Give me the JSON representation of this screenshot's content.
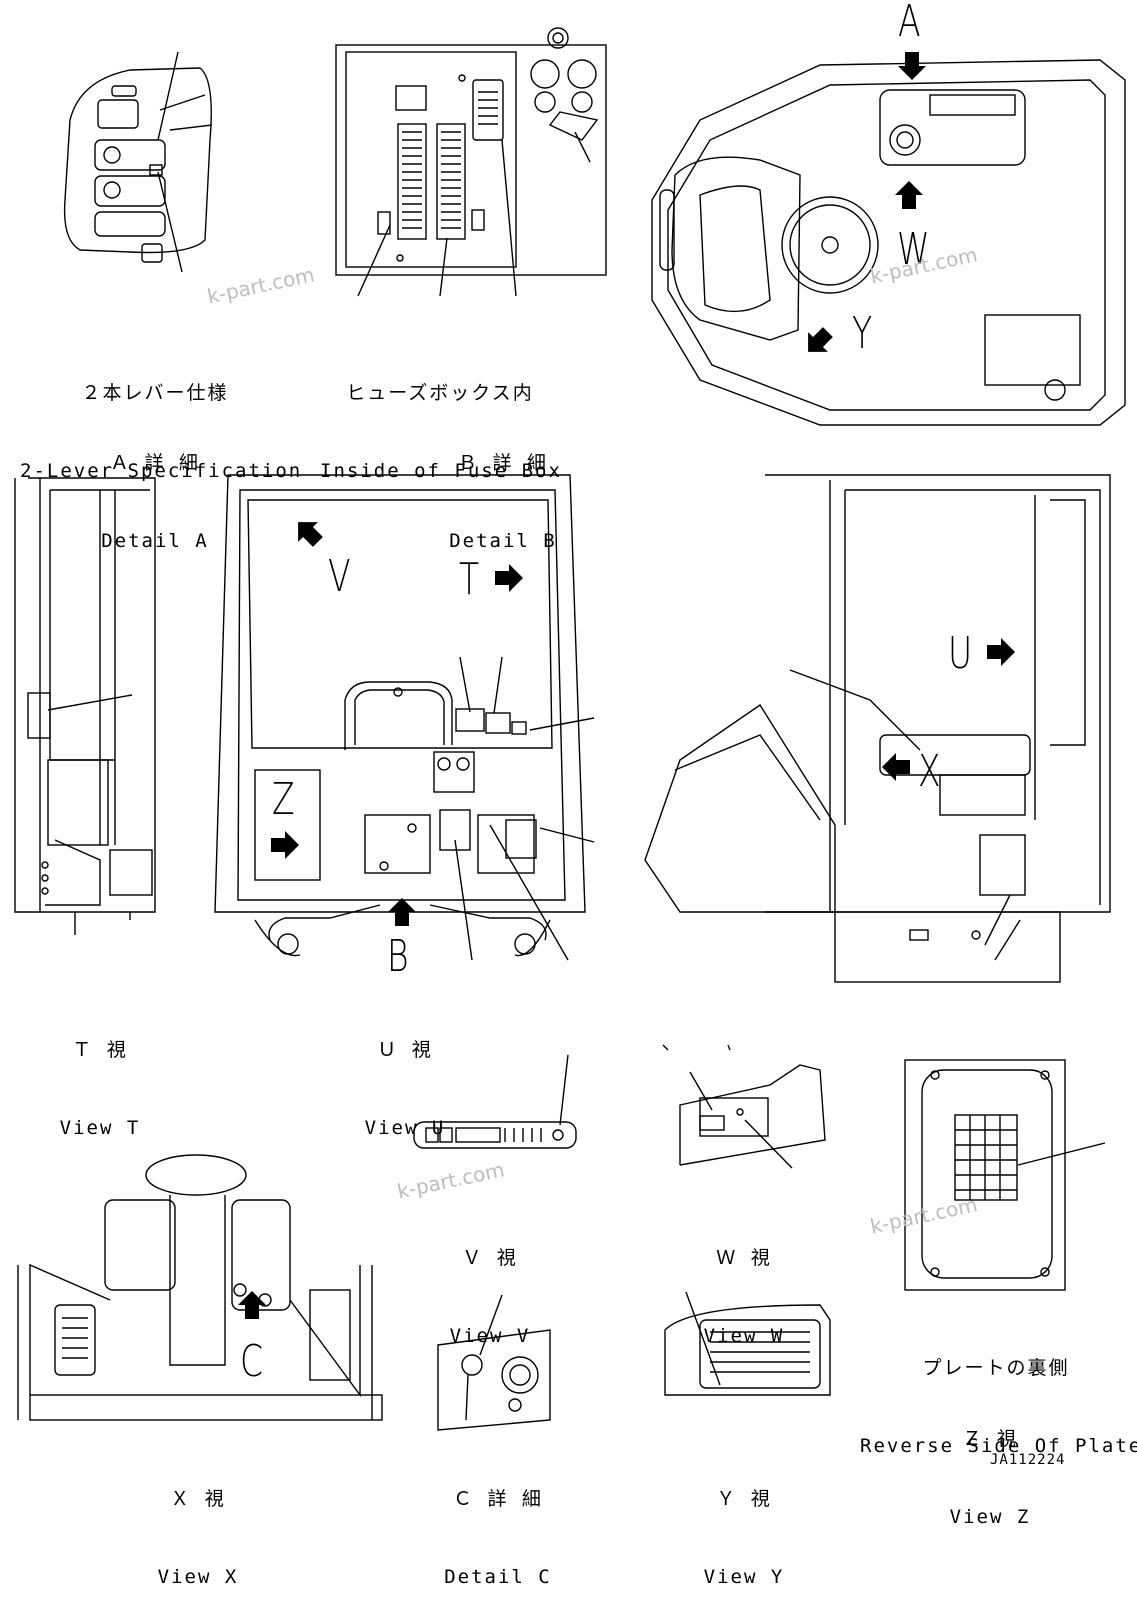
{
  "panels": {
    "detail_a": {
      "jp": "２本レバー仕様",
      "en": "2-Lever Specification",
      "jp2": "Ａ 詳 細",
      "en2": "Detail A"
    },
    "detail_b": {
      "jp": "ヒューズボックス内",
      "en": "Inside of Fuse Box",
      "jp2": "Ｂ 詳 細",
      "en2": "Detail B"
    },
    "view_t": {
      "jp": "Ｔ 視",
      "en": "View T"
    },
    "view_u": {
      "jp": "Ｕ 視",
      "en": "View U"
    },
    "view_v": {
      "jp": "Ｖ 視",
      "en": "View V"
    },
    "view_w": {
      "jp": "Ｗ 視",
      "en": "View W"
    },
    "view_x": {
      "jp": "Ｘ 視",
      "en": "View X"
    },
    "detail_c": {
      "jp": "Ｃ 詳 細",
      "en": "Detail C"
    },
    "view_y": {
      "jp": "Ｙ 視",
      "en": "View Y"
    },
    "view_z": {
      "jp": "プレートの裏側",
      "en": "Reverse Side Of Plate",
      "jp2": "Ｚ 視",
      "en2": "View Z"
    }
  },
  "markers": {
    "a": "A",
    "w": "W",
    "y": "Y",
    "v": "V",
    "t": "T",
    "z": "Z",
    "b": "B",
    "u": "U",
    "x": "X",
    "c": "C"
  },
  "watermark": "k-part.com",
  "doc_id": "JA112224",
  "colors": {
    "line": "#000000",
    "watermark": "#bdbdbd",
    "background": "#ffffff"
  }
}
